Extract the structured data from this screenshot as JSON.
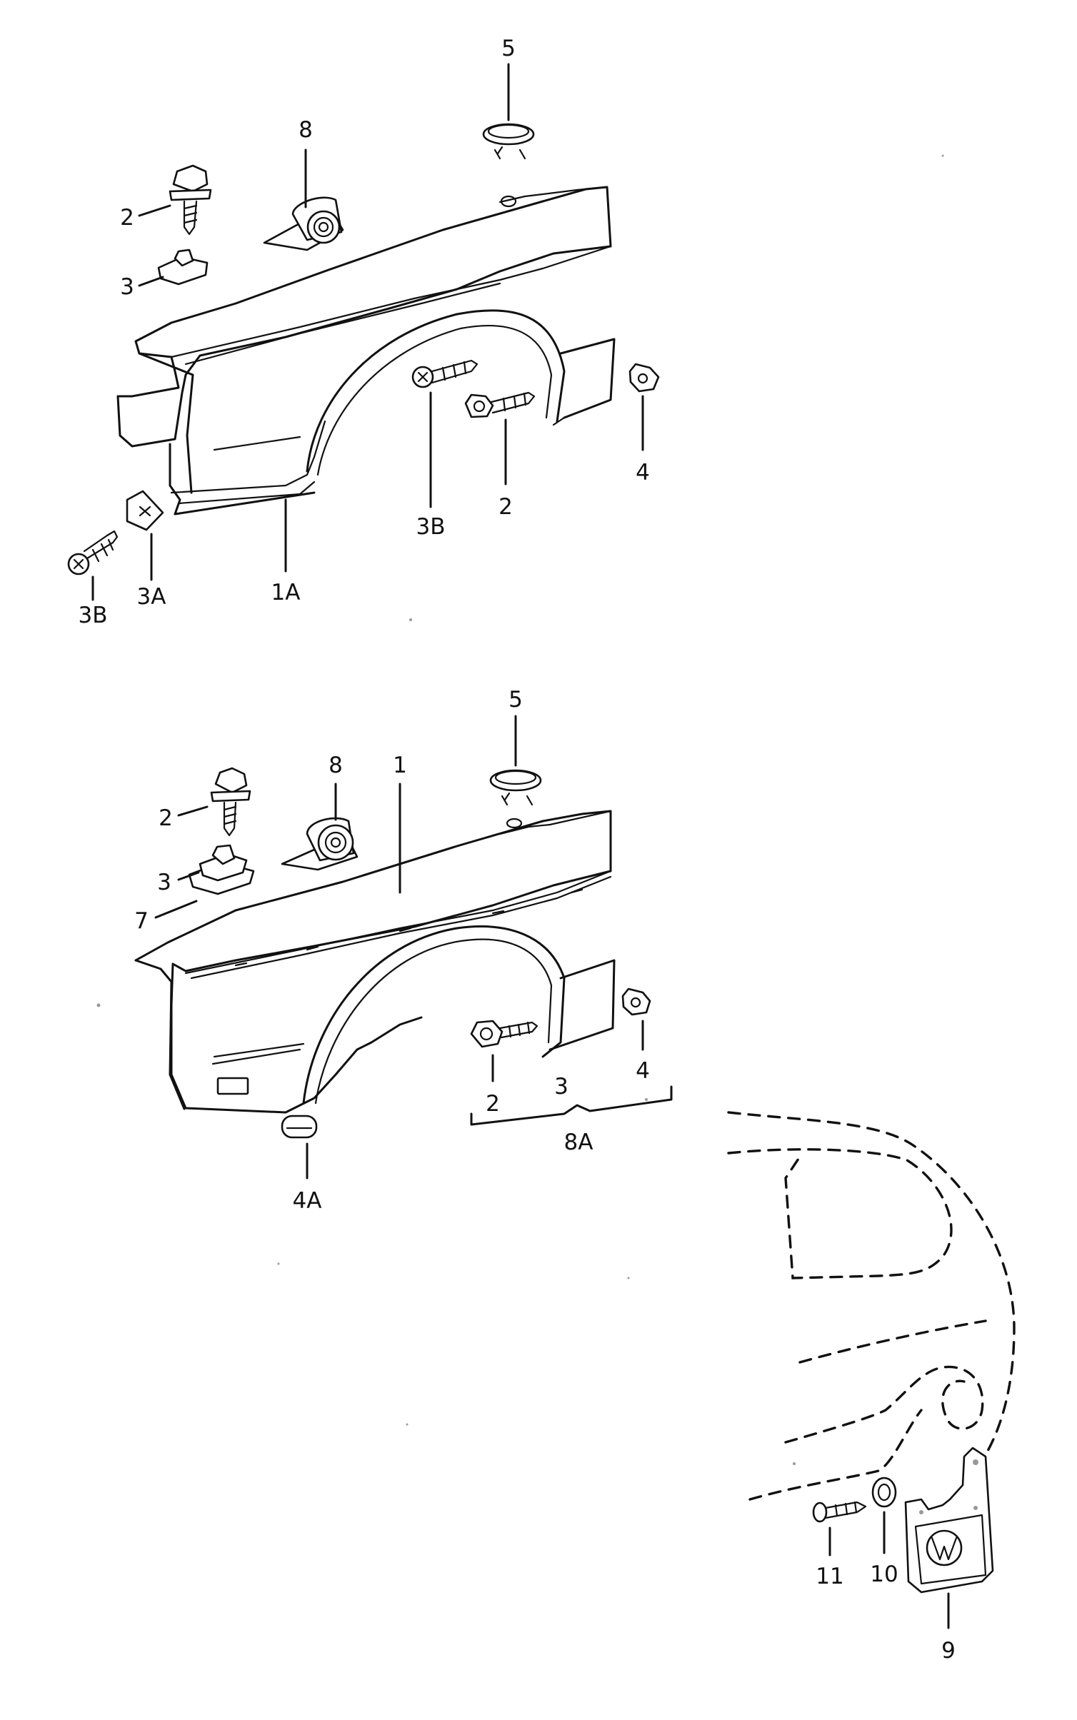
{
  "diagram": {
    "callouts": {
      "top_5": "5",
      "top_8": "8",
      "top_2_left": "2",
      "top_3": "3",
      "top_3B_mid": "3B",
      "top_2_mid": "2",
      "top_4": "4",
      "top_3B_left": "3B",
      "top_3A": "3A",
      "top_1A": "1A",
      "mid_5": "5",
      "mid_8": "8",
      "mid_1": "1",
      "mid_2_left": "2",
      "mid_3_left": "3",
      "mid_7": "7",
      "mid_2_bottom": "2",
      "mid_3_bottom": "3",
      "mid_4": "4",
      "mid_8A": "8A",
      "mid_4A": "4A",
      "rear_11": "11",
      "rear_10": "10",
      "rear_9": "9"
    },
    "colors": {
      "line": "#111111",
      "background": "#ffffff",
      "dots": "#999999"
    },
    "icons": {
      "mud_flap_logo": "vw-logo-icon"
    }
  }
}
